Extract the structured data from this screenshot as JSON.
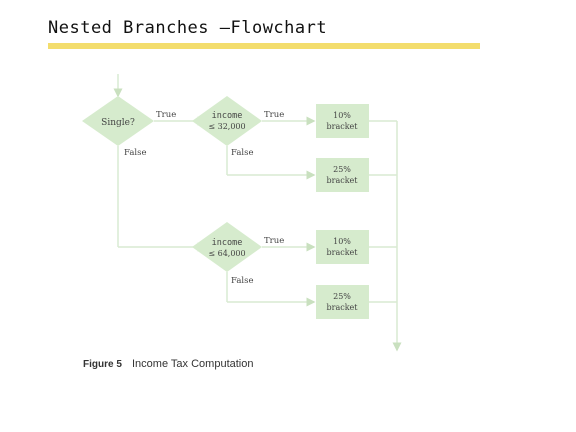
{
  "slide": {
    "title": "Nested Branches –Flowchart"
  },
  "flowchart": {
    "decisions": {
      "single": "Single?",
      "income_32k": {
        "line1": "income",
        "line2": "≤ 32,000"
      },
      "income_64k": {
        "line1": "income",
        "line2": "≤ 64,000"
      }
    },
    "outcomes": {
      "box1": {
        "line1": "10%",
        "line2": "bracket"
      },
      "box2": {
        "line1": "25%",
        "line2": "bracket"
      },
      "box3": {
        "line1": "10%",
        "line2": "bracket"
      },
      "box4": {
        "line1": "25%",
        "line2": "bracket"
      }
    },
    "edge_labels": {
      "single_true": "True",
      "single_false": "False",
      "income32_true": "True",
      "income32_false": "False",
      "income64_true": "True",
      "income64_false": "False"
    },
    "colors": {
      "shape_fill": "#d6ebcd",
      "line": "#d9ead2",
      "text": "#444444"
    }
  },
  "caption": {
    "label": "Figure 5",
    "text": "Income Tax Computation"
  }
}
